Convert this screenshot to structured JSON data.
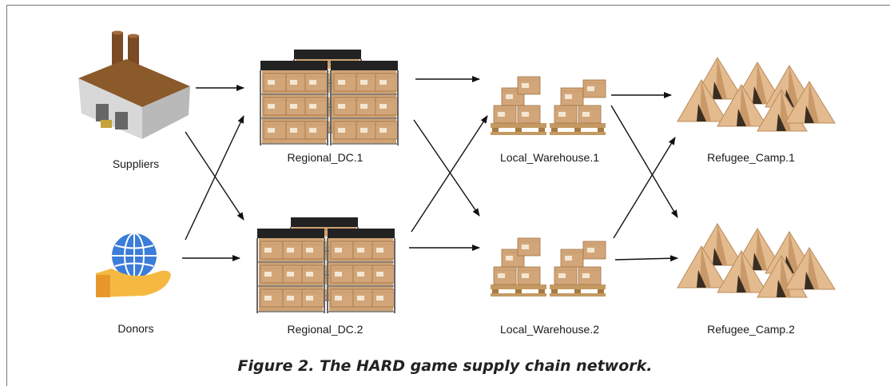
{
  "nodes": {
    "suppliers": "Suppliers",
    "donors": "Donors",
    "regional_dc_1": "Regional_DC.1",
    "regional_dc_2": "Regional_DC.2",
    "local_warehouse_1": "Local_Warehouse.1",
    "local_warehouse_2": "Local_Warehouse.2",
    "refugee_camp_1": "Refugee_Camp.1",
    "refugee_camp_2": "Refugee_Camp.2"
  },
  "caption": "Figure 2. The HARD game supply chain network.",
  "icons": {
    "suppliers": "factory-icon",
    "donors": "globe-in-hand-icon",
    "regional_dc": "pallet-rack-icon",
    "local_warehouse": "box-pallet-icon",
    "refugee_camp": "tents-icon"
  },
  "colors": {
    "box": "#d2a679",
    "tent": "#e3bb8e",
    "globe": "#3b7dd8",
    "hand": "#f5b942",
    "factory_roof": "#7a4a24"
  }
}
